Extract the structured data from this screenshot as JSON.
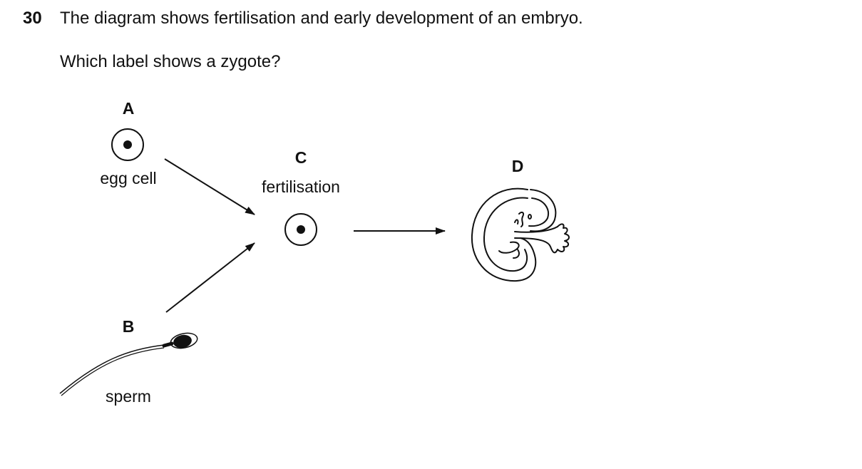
{
  "question": {
    "number": "30",
    "text": "The diagram shows fertilisation and early development of an embryo.",
    "prompt": "Which label shows a zygote?"
  },
  "diagram": {
    "A": {
      "letter": "A",
      "label": "egg cell",
      "icon": "egg-cell-icon"
    },
    "B": {
      "letter": "B",
      "label": "sperm",
      "icon": "sperm-icon"
    },
    "C": {
      "letter": "C",
      "label": "fertilisation",
      "icon": "zygote-cell-icon"
    },
    "D": {
      "letter": "D",
      "label": "",
      "icon": "embryo-icon"
    }
  }
}
